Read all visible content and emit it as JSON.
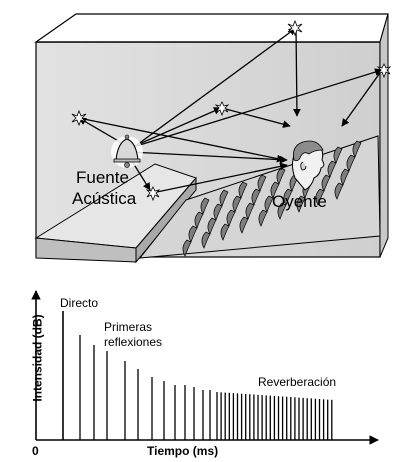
{
  "room": {
    "source_label_line1": "Fuente",
    "source_label_line2": "Acústica",
    "listener_label": "Oyente"
  },
  "plot": {
    "ylabel": "Intensidad (dB)",
    "xlabel": "Tiempo (ms)",
    "origin_label": "0",
    "annotations": {
      "direct": "Directo",
      "early_line1": "Primeras",
      "early_line2": "reflexiones",
      "reverb": "Reverberación"
    },
    "colors": {
      "ink": "#000000",
      "wall": "#d8d8d8",
      "wall_dark": "#bdbdbd",
      "floor": "#e6e6e6"
    }
  }
}
